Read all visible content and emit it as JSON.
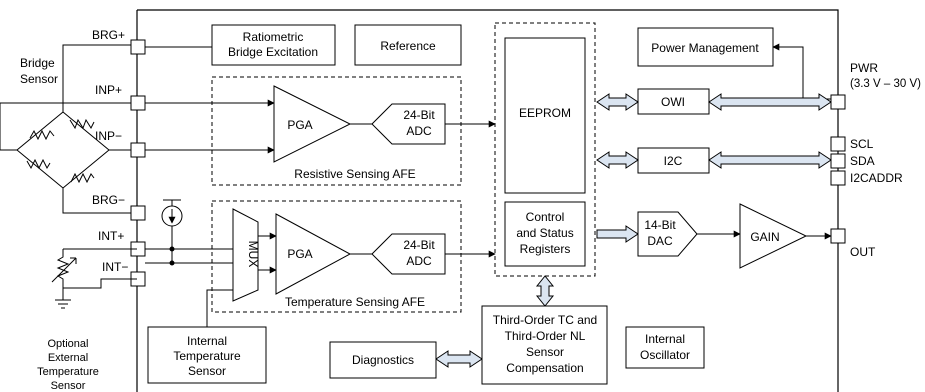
{
  "pins": {
    "brg_pos": "BRG+",
    "inp_pos": "INP+",
    "inp_neg": "INP−",
    "brg_neg": "BRG−",
    "int_pos": "INT+",
    "int_neg": "INT−",
    "pwr": "PWR",
    "pwr_range": "(3.3 V – 30 V)",
    "scl": "SCL",
    "sda": "SDA",
    "i2caddr": "I2CADDR",
    "out": "OUT"
  },
  "external": {
    "bridge_sensor_line1": "Bridge",
    "bridge_sensor_line2": "Sensor",
    "temp_sensor_line1": "Optional",
    "temp_sensor_line2": "External",
    "temp_sensor_line3": "Temperature",
    "temp_sensor_line4": "Sensor"
  },
  "blocks": {
    "ratiometric_line1": "Ratiometric",
    "ratiometric_line2": "Bridge Excitation",
    "reference": "Reference",
    "eeprom": "EEPROM",
    "power_management": "Power Management",
    "owi": "OWI",
    "i2c": "I2C",
    "pga": "PGA",
    "adc_line1": "24-Bit",
    "adc_line2": "ADC",
    "resistive_afe": "Resistive Sensing AFE",
    "mux": "MUX",
    "temperature_afe": "Temperature Sensing AFE",
    "control_line1": "Control",
    "control_line2": "and Status",
    "control_line3": "Registers",
    "dac_line1": "14-Bit",
    "dac_line2": "DAC",
    "gain": "GAIN",
    "internal_temp_line1": "Internal",
    "internal_temp_line2": "Temperature",
    "internal_temp_line3": "Sensor",
    "diagnostics": "Diagnostics",
    "comp_line1": "Third-Order TC and",
    "comp_line2": "Third-Order NL",
    "comp_line3": "Sensor",
    "comp_line4": "Compensation",
    "oscillator_line1": "Internal",
    "oscillator_line2": "Oscillator"
  },
  "colors": {
    "bus_arrow_fill": "#dbe5f1",
    "stroke": "#000000"
  }
}
